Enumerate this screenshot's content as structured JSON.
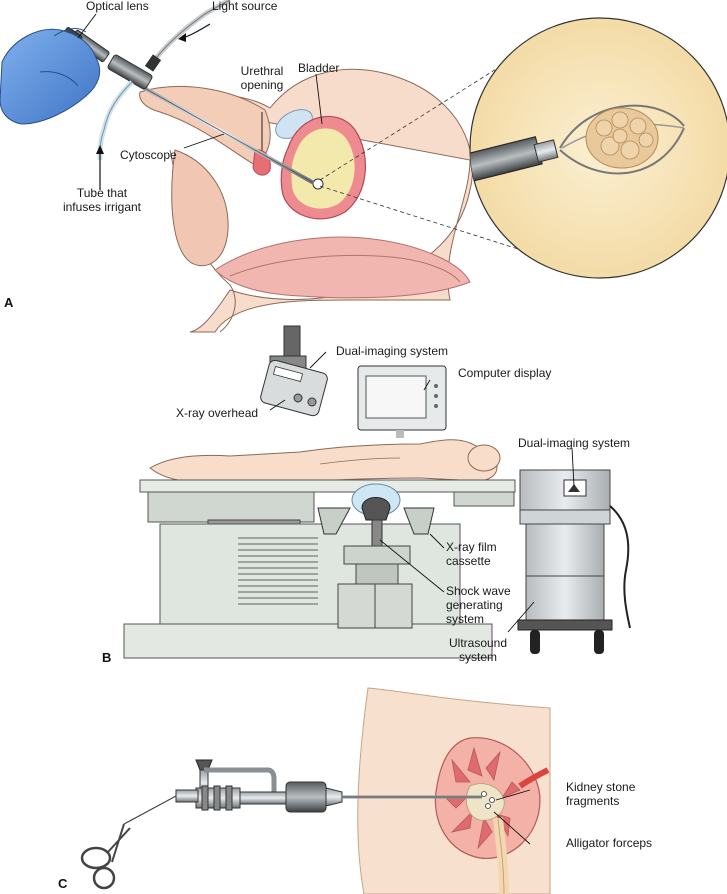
{
  "panels": {
    "a": "A",
    "b": "B",
    "c": "C"
  },
  "panel_a": {
    "optical_lens": "Optical lens",
    "light_source": "Light source",
    "urethral_opening_1": "Urethral",
    "urethral_opening_2": "opening",
    "bladder": "Bladder",
    "cytoscope": "Cytoscope",
    "tube_1": "Tube that",
    "tube_2": "infuses irrigant"
  },
  "panel_b": {
    "dual_imaging_top": "Dual-imaging system",
    "computer_display": "Computer display",
    "xray_overhead": "X-ray overhead",
    "dual_imaging_right": "Dual-imaging system",
    "xray_cassette_1": "X-ray film",
    "xray_cassette_2": "cassette",
    "shock_wave_1": "Shock wave",
    "shock_wave_2": "generating",
    "shock_wave_3": "system",
    "ultrasound_1": "Ultrasound",
    "ultrasound_2": "system"
  },
  "panel_c": {
    "fragments_1": "Kidney stone",
    "fragments_2": "fragments",
    "alligator": "Alligator forceps"
  },
  "colors": {
    "skin": "#f6d7c4",
    "tissue_pink": "#f2b8b3",
    "bladder_wall": "#e9808a",
    "urine": "#f3e7a8",
    "glove": "#5b8fd6",
    "zoom_bg": "#f8e6bb",
    "stone": "#e8c79a",
    "equipment": "#dfe6df",
    "kidney": "#f1a9a2"
  }
}
